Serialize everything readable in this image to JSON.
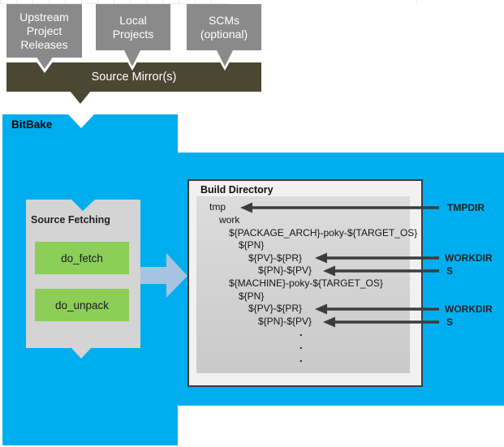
{
  "colors": {
    "blue": "#00AEEF",
    "olive": "#4A4733",
    "graybox": "#8A8A8A",
    "panel": "#D4D4D4",
    "green": "#8BCE58",
    "arrowblue": "#A8C3DF",
    "arrowdark": "#3D3D3D",
    "buildbg": "#F1F1F1",
    "buildborder": "#3B3B3B"
  },
  "upstream": {
    "boxes": [
      {
        "lines": [
          "Upstream",
          "Project",
          "Releases"
        ]
      },
      {
        "lines": [
          "Local",
          "Projects"
        ]
      },
      {
        "lines": [
          "SCMs",
          "(optional)"
        ]
      }
    ],
    "mirror": "Source Mirror(s)"
  },
  "bitbake_label": "BitBake",
  "source_fetching": {
    "title": "Source Fetching",
    "tasks": [
      "do_fetch",
      "do_unpack"
    ]
  },
  "build_directory": {
    "title": "Build Directory",
    "tree": [
      "tmp",
      "work",
      "${PACKAGE_ARCH}-poky-${TARGET_OS}",
      "${PN}",
      "${PV}-${PR}",
      "${PN}-${PV}",
      "${MACHINE}-poky-${TARGET_OS}",
      "${PN}",
      "${PV}-${PR}",
      "${PN}-${PV}"
    ],
    "dots": [
      ".",
      ".",
      "."
    ]
  },
  "annotations": [
    "TMPDIR",
    "WORKDIR",
    "S",
    "WORKDIR",
    "S"
  ]
}
